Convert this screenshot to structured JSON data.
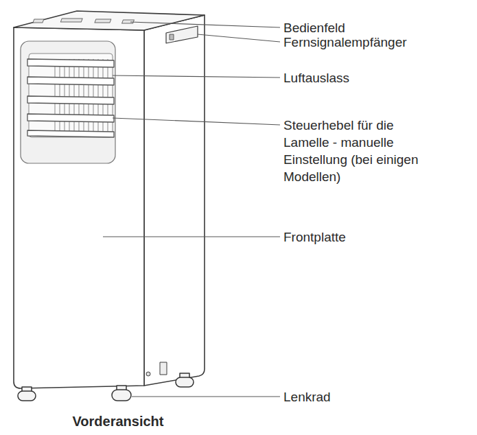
{
  "diagram": {
    "caption": "Vorderansicht",
    "labels": [
      "Bedienfeld",
      "Fernsignalempfänger",
      "Luftauslass",
      "Steuerhebel für die Lamelle - manuelle Einstellung (bei einigen Modellen)",
      "Frontplatte",
      "Lenkrad"
    ]
  }
}
